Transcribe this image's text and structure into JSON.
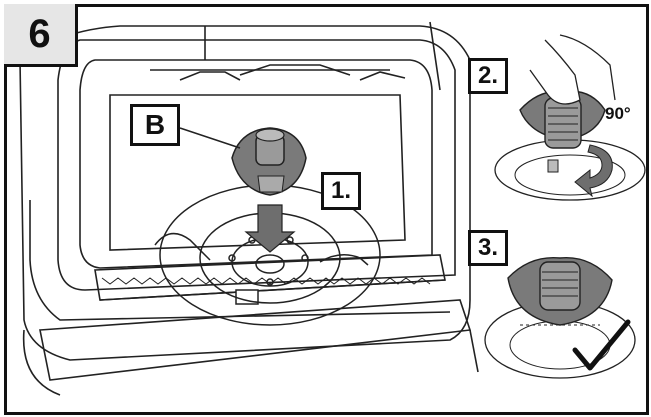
{
  "step_number": "6",
  "callouts": {
    "part_label": "B",
    "step_1": "1.",
    "step_2": "2.",
    "step_3": "3."
  },
  "rotation_label": "90°",
  "icons": [
    "down-arrow-icon",
    "rotate-arrow-icon",
    "checkmark-icon"
  ],
  "colors": {
    "knob_gray": "#7a7a7a",
    "arrow_gray": "#6e6e6e",
    "line": "#222222"
  }
}
